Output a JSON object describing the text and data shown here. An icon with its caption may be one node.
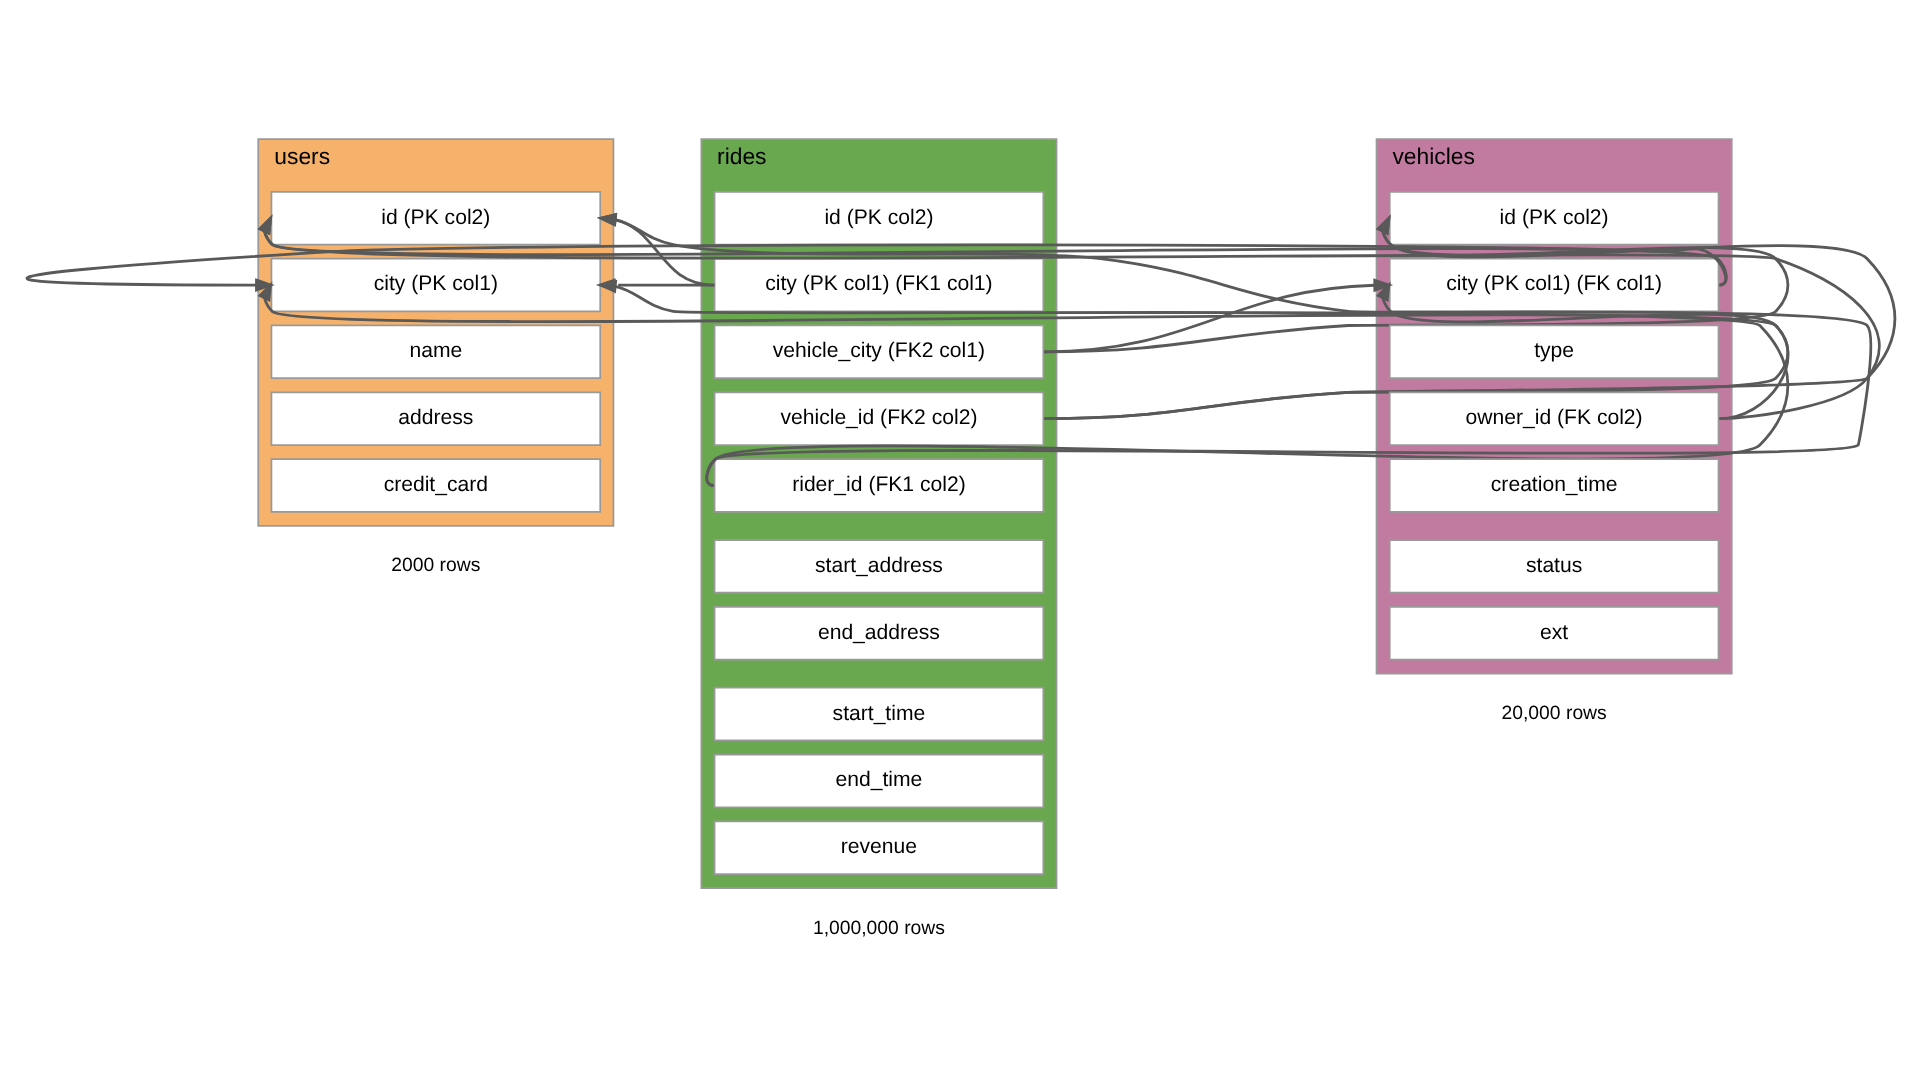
{
  "diagram": {
    "nodes": [
      {
        "text": [
          "users"
        ],
        "beside": [
          "2000 rows"
        ]
      },
      {
        "text": [
          "id (PK col2)"
        ],
        "in": 0
      },
      {
        "text": [
          "city (PK col1)"
        ],
        "in": 0
      },
      {
        "text": [
          "name"
        ],
        "in": 0
      },
      {
        "text": [
          "address"
        ],
        "in": 0
      },
      {
        "text": [
          "credit_card"
        ],
        "in": 0
      },
      {
        "text": [
          "rides"
        ],
        "beside": [
          "1,000,000 rows"
        ]
      },
      {
        "text": [
          "id (PK col2)"
        ],
        "in": 6
      },
      {
        "text": [
          "city (PK col1) (FK1 col1)"
        ],
        "in": 6
      },
      {
        "text": [
          "vehicle_city (FK2 col1)"
        ],
        "in": 6
      },
      {
        "text": [
          "vehicle_id (FK2 col2)"
        ],
        "in": 6
      },
      {
        "text": [
          "rider_id (FK1 col2)"
        ],
        "in": 6
      },
      {
        "text": [
          "start_address"
        ],
        "in": 6
      },
      {
        "text": [
          "end_address"
        ],
        "in": 6
      },
      {
        "text": [
          "start_time"
        ],
        "in": 6
      },
      {
        "text": [
          "end_time"
        ],
        "in": 6
      },
      {
        "text": [
          "revenue"
        ],
        "in": 6
      },
      {
        "text": [
          "vehicles"
        ],
        "beside": [
          "20,000 rows"
        ]
      },
      {
        "text": [
          "id (PK col2)"
        ],
        "in": 17
      },
      {
        "text": [
          "city (PK col1) (FK col1)"
        ],
        "in": 17
      },
      {
        "text": [
          "type"
        ],
        "in": 17
      },
      {
        "text": [
          "owner_id (FK col2)"
        ],
        "in": 17
      },
      {
        "text": [
          "creation_time"
        ],
        "in": 17
      },
      {
        "text": [
          "status"
        ],
        "in": 17
      },
      {
        "text": [
          "ext"
        ],
        "in": 17
      }
    ],
    "edges": [
      {
        "from": 8,
        "to": 1,
        "arrow": "to"
      },
      {
        "from": 8,
        "to": 2,
        "arrow": "to"
      },
      {
        "from": 11,
        "to": 1,
        "arrow": "to"
      },
      {
        "from": 11,
        "to": 2,
        "arrow": "to"
      },
      {
        "from": 9,
        "to": 18,
        "arrow": "to"
      },
      {
        "from": 9,
        "to": 19,
        "arrow": "to"
      },
      {
        "from": 10,
        "to": 18,
        "arrow": "to"
      },
      {
        "from": 10,
        "to": 19,
        "arrow": "to"
      },
      {
        "from": 19,
        "to": 1,
        "arrow": "to"
      },
      {
        "from": 19,
        "to": 2,
        "arrow": "to"
      },
      {
        "from": 21,
        "to": 1,
        "arrow": "to"
      },
      {
        "from": 21,
        "to": 2,
        "arrow": "to"
      }
    ]
  }
}
